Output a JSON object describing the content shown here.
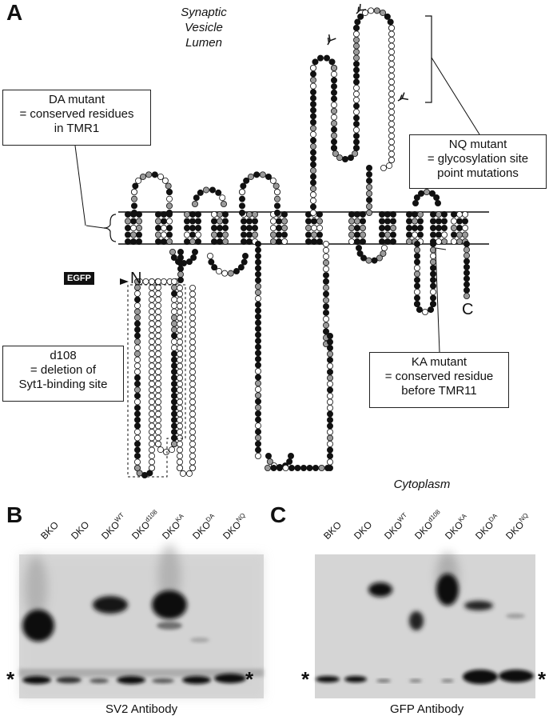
{
  "panels": {
    "a": "A",
    "b": "B",
    "c": "C"
  },
  "topology": {
    "lumen_label": [
      "Synaptic",
      "Vesicle",
      "Lumen"
    ],
    "cytoplasm_label": "Cytoplasm",
    "n_term": "N",
    "c_term": "C",
    "egfp_tag": "EGFP"
  },
  "callouts": {
    "da": [
      "DA mutant",
      "= conserved residues",
      "in TMR1"
    ],
    "nq": [
      "NQ mutant",
      "= glycosylation site",
      "point mutations"
    ],
    "d108": [
      "d108",
      "= deletion of",
      "Syt1-binding site"
    ],
    "ka": [
      "KA mutant",
      "= conserved residue",
      "before TMR11"
    ]
  },
  "blot_b": {
    "lanes": [
      {
        "base": "BKO",
        "sup": ""
      },
      {
        "base": "DKO",
        "sup": ""
      },
      {
        "base": "DKO",
        "sup": "WT"
      },
      {
        "base": "DKO",
        "sup": "d108"
      },
      {
        "base": "DKO",
        "sup": "KA"
      },
      {
        "base": "DKO",
        "sup": "DA"
      },
      {
        "base": "DKO",
        "sup": "NQ"
      }
    ],
    "caption": "SV2 Antibody",
    "star": "*"
  },
  "blot_c": {
    "lanes": [
      {
        "base": "BKO",
        "sup": ""
      },
      {
        "base": "DKO",
        "sup": ""
      },
      {
        "base": "DKO",
        "sup": "WT"
      },
      {
        "base": "DKO",
        "sup": "d108"
      },
      {
        "base": "DKO",
        "sup": "KA"
      },
      {
        "base": "DKO",
        "sup": "DA"
      },
      {
        "base": "DKO",
        "sup": "NQ"
      }
    ],
    "caption": "GFP Antibody",
    "star": "*"
  }
}
